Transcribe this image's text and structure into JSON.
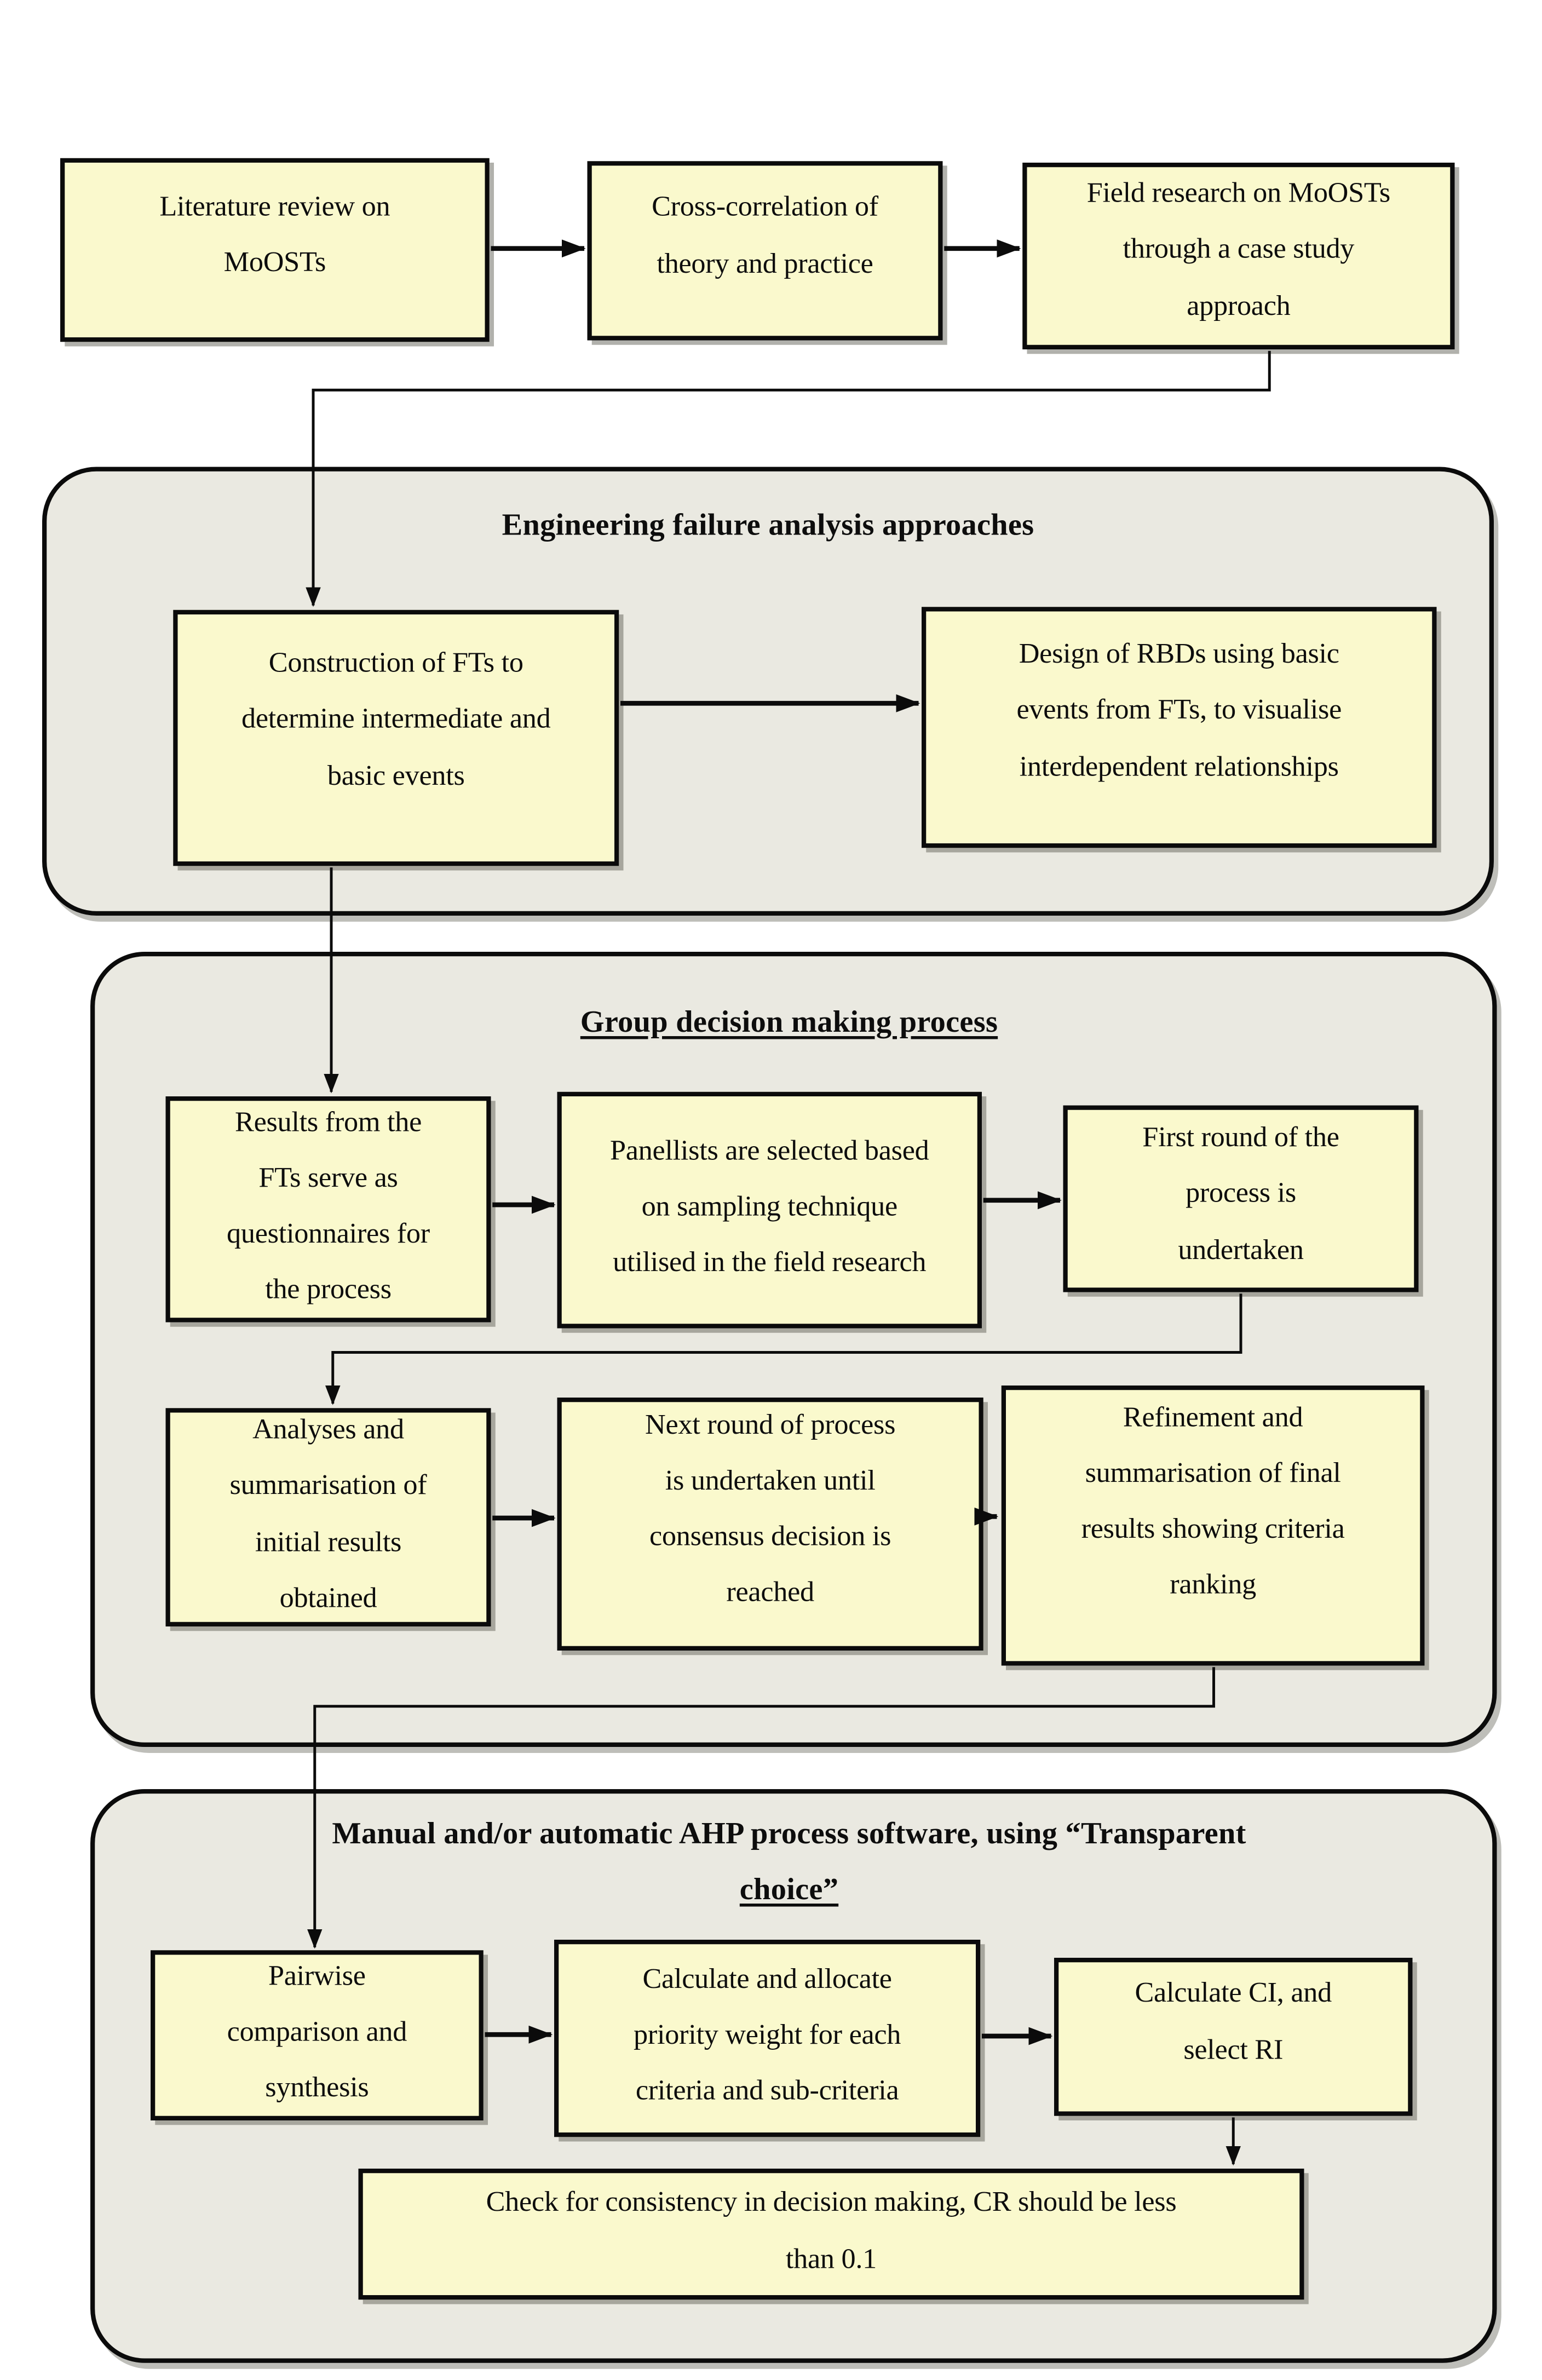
{
  "colors": {
    "page_background": "#ffffff",
    "container_fill": "#eae9e1",
    "node_fill": "#faf9cd",
    "line_and_border": "#0b0b0b"
  },
  "nodes": {
    "literature": "Literature review on MoOSTs",
    "cross_correlation": "Cross-correlation of theory and practice",
    "field_research": "Field research on MoOSTs through a case study approach",
    "construction_fts": "Construction of FTs to determine intermediate and basic events",
    "design_rbds": "Design of RBDs using basic events from FTs, to visualise interdependent relationships",
    "results_fts": "Results from the FTs serve as questionnaires for the process",
    "panellists": "Panellists are selected based on sampling technique utilised in the field research",
    "first_round": "First round of the process is undertaken",
    "analyses": "Analyses and summarisation of initial results obtained",
    "next_round": "Next round of process is undertaken until consensus decision is reached",
    "refinement": "Refinement and summarisation of final results showing criteria ranking",
    "pairwise": "Pairwise comparison and synthesis",
    "calculate_weight": "Calculate and allocate priority weight for each criteria and sub-criteria",
    "calculate_ci": "Calculate CI, and select RI",
    "consistency_check": "Check for consistency in decision making, CR should be less than 0.1"
  },
  "sections": {
    "engineering": {
      "title": "Engineering failure analysis approaches"
    },
    "group": {
      "title": "Group decision making process"
    },
    "ahp": {
      "title_line1": "Manual and/or automatic AHP process software, using “Transparent",
      "title_line2": "choice”"
    }
  },
  "flow": [
    {
      "from": "literature",
      "to": "cross_correlation"
    },
    {
      "from": "cross_correlation",
      "to": "field_research"
    },
    {
      "from": "field_research",
      "to": "construction_fts"
    },
    {
      "from": "construction_fts",
      "to": "design_rbds"
    },
    {
      "from": "construction_fts",
      "to": "results_fts"
    },
    {
      "from": "results_fts",
      "to": "panellists"
    },
    {
      "from": "panellists",
      "to": "first_round"
    },
    {
      "from": "first_round",
      "to": "analyses"
    },
    {
      "from": "analyses",
      "to": "next_round"
    },
    {
      "from": "next_round",
      "to": "refinement"
    },
    {
      "from": "refinement",
      "to": "pairwise"
    },
    {
      "from": "pairwise",
      "to": "calculate_weight"
    },
    {
      "from": "calculate_weight",
      "to": "calculate_ci"
    },
    {
      "from": "calculate_ci",
      "to": "consistency_check"
    }
  ]
}
